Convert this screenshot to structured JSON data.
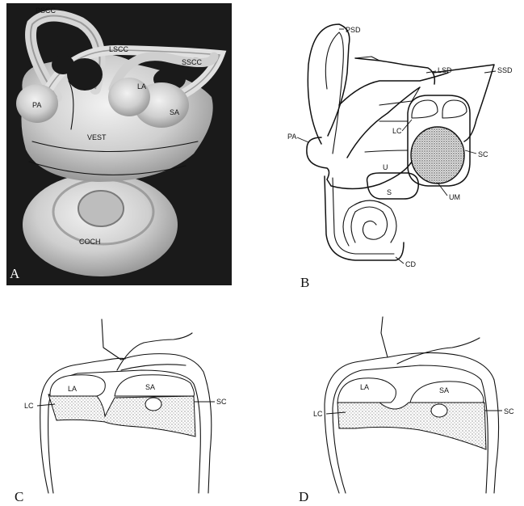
{
  "panels": [
    {
      "letter": "A",
      "labels": {
        "pscc": "PSCC",
        "lscc": "LSCC",
        "sscc": "SSCC",
        "la": "LA",
        "sa": "SA",
        "pa": "PA",
        "vest": "VEST",
        "coch": "COCH"
      }
    },
    {
      "letter": "B",
      "labels": {
        "psd": "PSD",
        "lsd": "LSD",
        "ssd": "SSD",
        "pa": "PA",
        "lc": "LC",
        "sc": "SC",
        "u": "U",
        "s": "S",
        "um": "UM",
        "cd": "CD"
      }
    },
    {
      "letter": "C",
      "labels": {
        "la": "LA",
        "sa": "SA",
        "lc": "LC",
        "sc": "SC"
      }
    },
    {
      "letter": "D",
      "labels": {
        "la": "LA",
        "sa": "SA",
        "lc": "LC",
        "sc": "SC"
      }
    }
  ]
}
